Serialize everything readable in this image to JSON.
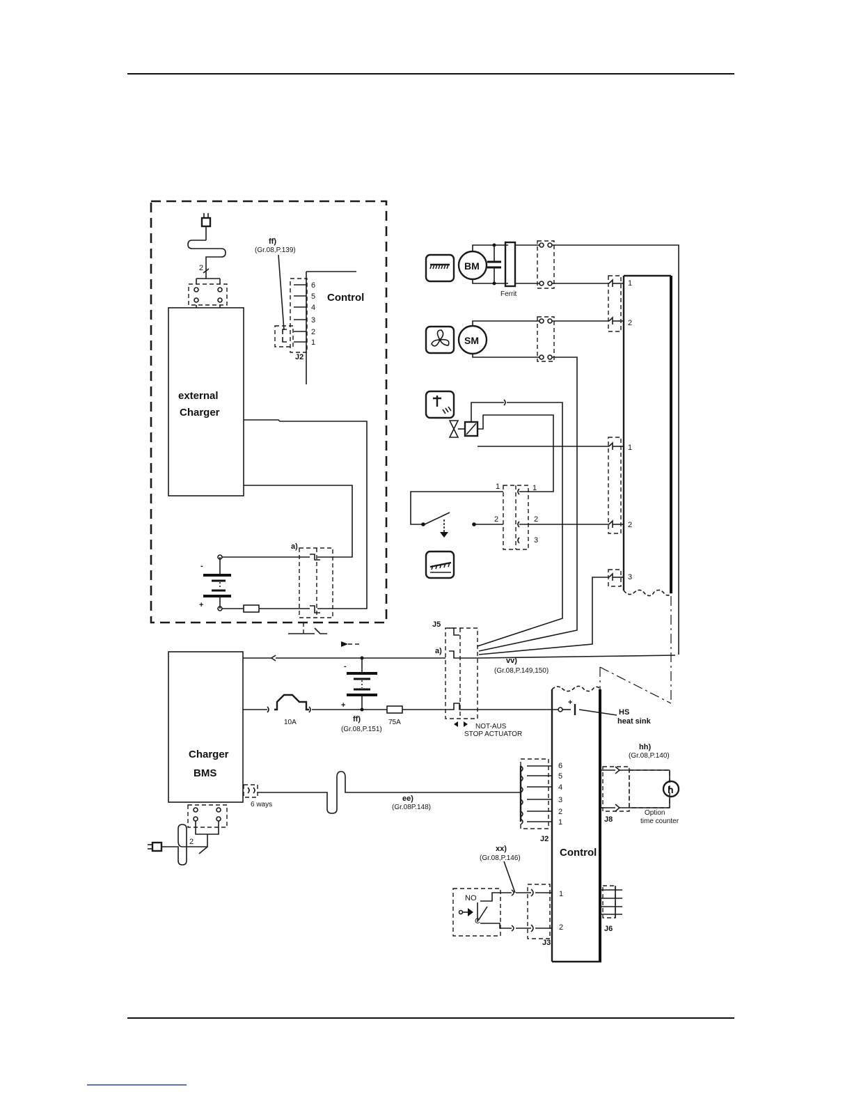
{
  "external_box": {
    "charger_line1": "external",
    "charger_line2": "Charger",
    "plug_wire": "2",
    "ff_label": "ff)",
    "ff_ref": "(Gr.08,P.139)",
    "control_label": "Control",
    "j2_label": "J2",
    "j2_pins": [
      "6",
      "5",
      "4",
      "3",
      "2",
      "1"
    ],
    "a_label": "a)",
    "batt_minus": "-",
    "batt_plus": "+"
  },
  "bms": {
    "line1": "Charger",
    "line2": "BMS",
    "plug_wire": "2",
    "ways": "6 ways"
  },
  "fuses": {
    "fuse_10a": "10A",
    "fuse_75a": "75A",
    "ff_label": "ff)",
    "ff_ref": "(Gr.08,P.151)",
    "batt_minus": "-",
    "batt_plus": "+"
  },
  "cable_ee": {
    "label": "ee)",
    "ref": "(Gr.08P.148)"
  },
  "stop": {
    "j5": "J5",
    "a_label": "a)",
    "vv_label": "vv)",
    "vv_ref": "(Gr.08,P.149,150)",
    "line1": "NOT-AUS",
    "line2": "STOP ACTUATOR"
  },
  "motors": {
    "bm": "BM",
    "sm": "SM",
    "ferrit": "Ferrit"
  },
  "right_connectors": {
    "pins_a": [
      "1",
      "2"
    ],
    "pins_b": [
      "1",
      "2",
      "3"
    ]
  },
  "switch_connector": {
    "left_pins": [
      "1",
      "2"
    ],
    "right_pins": [
      "1",
      "2",
      "3"
    ]
  },
  "control_main": {
    "label": "Control",
    "hs_line1": "HS",
    "hs_line2": "heat sink",
    "hs_plus": "+",
    "j2_label": "J2",
    "j2_pins": [
      "6",
      "5",
      "4",
      "3",
      "2",
      "1"
    ],
    "j8_label": "J8",
    "hh_label": "hh)",
    "hh_ref": "(Gr.08,P.140)",
    "option_line1": "Option",
    "option_line2": "time counter",
    "counter_symbol": "h",
    "xx_label": "xx)",
    "xx_ref": "(Gr.08,P.146)",
    "no_label": "NO",
    "c_label": "C",
    "j3_label": "J3",
    "j3_pins": [
      "1",
      "2"
    ],
    "j6_label": "J6"
  }
}
